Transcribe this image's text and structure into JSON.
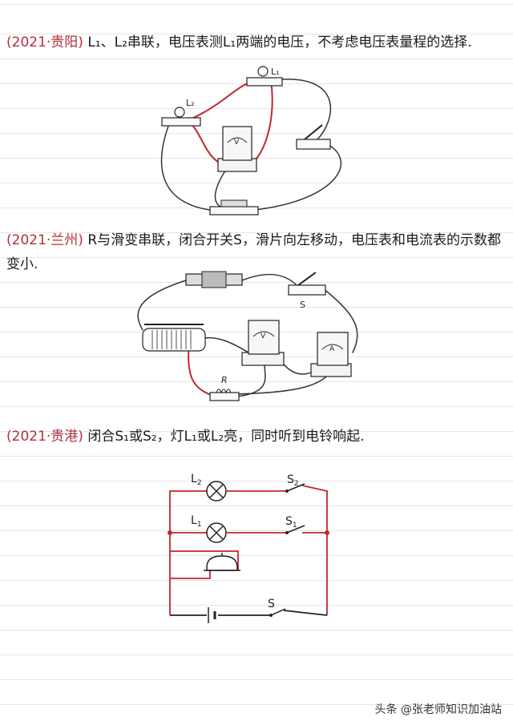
{
  "notes": [
    {
      "tag": "(2021·贵阳)",
      "text": "L₁、L₂串联，电压表测L₁两端的电压，不考虑电压表量程的选择."
    },
    {
      "tag": "(2021·兰州)",
      "text": "R与滑变串联，闭合开关S，滑片向左移动，电压表和电流表的示数都变小."
    },
    {
      "tag": "(2021·贵港)",
      "text": "闭合S₁或S₂，灯L₁或L₂亮，同时听到电铃响起."
    }
  ],
  "fig1": {
    "l1": "L₁",
    "l2": "L₂",
    "meter": "V"
  },
  "fig2": {
    "s": "S",
    "r": "R",
    "vmeter": "V",
    "ameter": "A"
  },
  "fig3": {
    "l2": "L",
    "l2sub": "2",
    "l1": "L",
    "l1sub": "1",
    "s2": "S",
    "s2sub": "2",
    "s1": "S",
    "s1sub": "1",
    "s": "S"
  },
  "footer": "头条 @张老师知识加油站",
  "colors": {
    "wire_red": "#c0282e",
    "ink": "#222222",
    "tag": "#b0303a"
  }
}
